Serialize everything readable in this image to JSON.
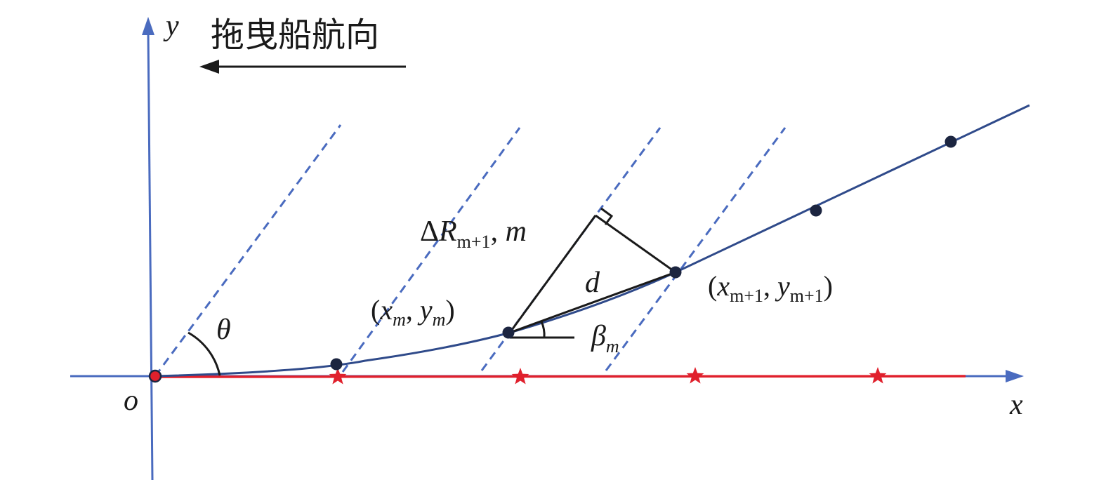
{
  "colors": {
    "axis": "#4a6bbf",
    "curve": "#2f4a8a",
    "dashed": "#4a6bbf",
    "baseline": "#e0202c",
    "star": "#e0202c",
    "node": "#1c2540",
    "ink": "#1a1a1a"
  },
  "heading": "拖曳船航向",
  "axes": {
    "x": "x",
    "y": "y",
    "origin": "o"
  },
  "angles": {
    "theta": "θ",
    "beta": "β",
    "beta_sub": "m"
  },
  "segment_label": "d",
  "point_m": {
    "open": "(",
    "x": "x",
    "x_sub": "m",
    "sep": ", ",
    "y": "y",
    "y_sub": "m",
    "close": ")"
  },
  "point_m1": {
    "open": "(",
    "x": "x",
    "x_sub": "m+1",
    "sep": ", ",
    "y": "y",
    "y_sub": "m+1",
    "close": ")"
  },
  "distance_label": {
    "delta": "Δ",
    "r": "R",
    "r_sub": "m+1",
    "sep": ", ",
    "m": "m"
  },
  "icons": {
    "arrow": "left-arrow-icon",
    "node": "node-dot-icon",
    "star": "star-marker-icon"
  }
}
